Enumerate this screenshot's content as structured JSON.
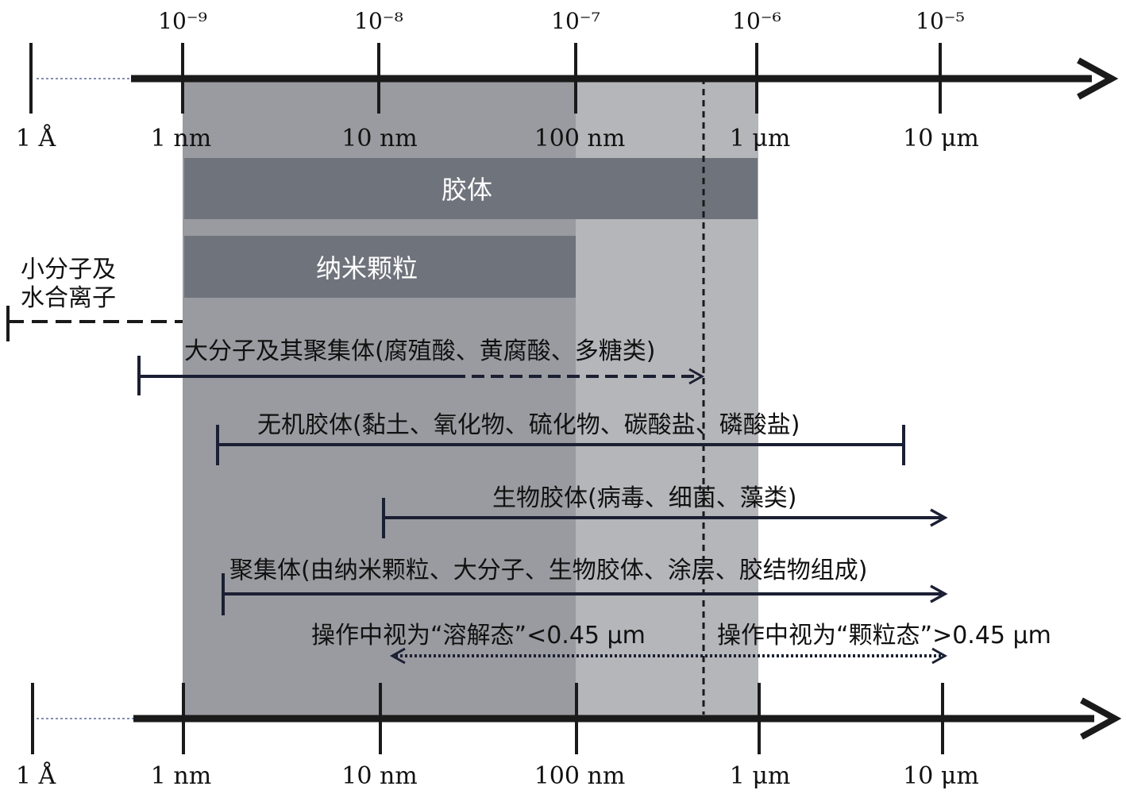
{
  "colors": {
    "shade_dark": "#9a9ba0",
    "shade_light": "#b5b6b9",
    "band_fill": "#6f737b",
    "line": "#1a1a1a",
    "line_navy": "#1b1f33",
    "dotted_leader": "#5a6a9a"
  },
  "axis_top": {
    "exponent_labels": [
      "10⁻⁹",
      "10⁻⁸",
      "10⁻⁷",
      "10⁻⁶",
      "10⁻⁵"
    ],
    "unit_labels": [
      "1 Å",
      "1 nm",
      "10 nm",
      "100 nm",
      "1 μm",
      "10 μm"
    ]
  },
  "axis_bottom": {
    "unit_labels": [
      "1 Å",
      "1 nm",
      "10 nm",
      "100 nm",
      "1 μm",
      "10 μm"
    ]
  },
  "bands": {
    "colloid": "胶体",
    "nanoparticle": "纳米颗粒"
  },
  "ranges": {
    "small_molecules_line1": "小分子及",
    "small_molecules_line2": "水合离子",
    "macromolecules": "大分子及其聚集体(腐殖酸、黄腐酸、多糖类)",
    "inorganic_colloids": "无机胶体(黏土、氧化物、硫化物、碳酸盐、磷酸盐)",
    "bio_colloids": "生物胶体(病毒、细菌、藻类)",
    "aggregates": "聚集体(由纳米颗粒、大分子、生物胶体、涂层、胶结物组成)"
  },
  "operational": {
    "dissolved": "操作中视为“溶解态”<0.45 μm",
    "particulate": "操作中视为“颗粒态”>0.45 μm"
  }
}
